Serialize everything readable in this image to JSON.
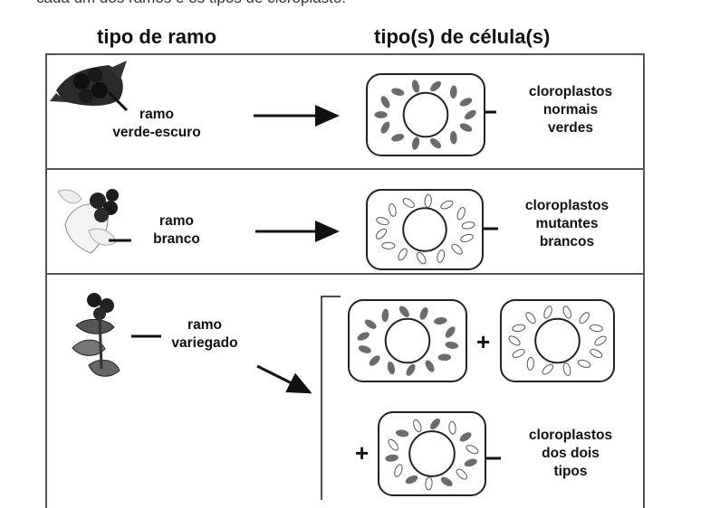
{
  "top_text": "cada um dos ramos e os tipos de cloroplasto:",
  "headers": {
    "branch_type": "tipo de ramo",
    "cell_types": "tipo(s) de célula(s)"
  },
  "rows": [
    {
      "branch_label": [
        "ramo",
        "verde-escuro"
      ],
      "chloroplast_label": [
        "cloroplastos",
        "normais",
        "verdes"
      ]
    },
    {
      "branch_label": [
        "ramo",
        "branco"
      ],
      "chloroplast_label": [
        "cloroplastos",
        "mutantes",
        "brancos"
      ]
    },
    {
      "branch_label": [
        "ramo",
        "variegado"
      ],
      "chloroplast_label": [
        "cloroplastos",
        "dos dois",
        "tipos"
      ]
    }
  ],
  "plus_sign": "+",
  "colors": {
    "green_chloroplast": "#6b6b6b",
    "white_chloroplast": "#ffffff",
    "outline": "#222222",
    "border": "#555555"
  },
  "icons": [
    "dark-green-branch-icon",
    "white-branch-icon",
    "variegated-branch-icon",
    "arrow-icon",
    "cell-icon"
  ]
}
